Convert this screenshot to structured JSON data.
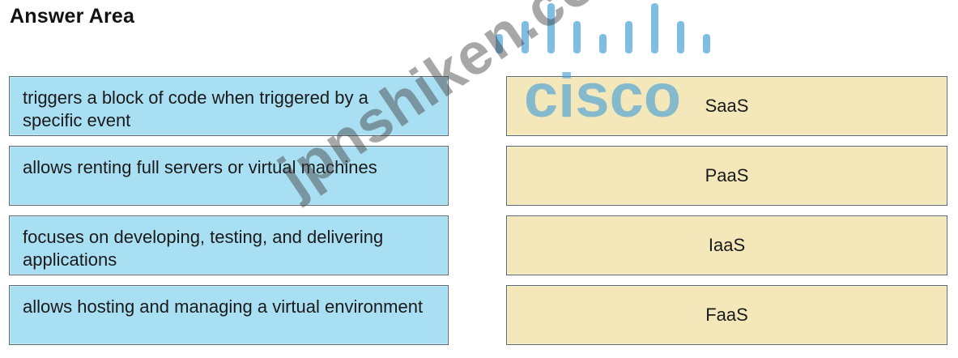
{
  "title": "Answer Area",
  "statements": [
    {
      "text": "triggers a block of code when triggered by a specific event"
    },
    {
      "text": "allows renting full servers or virtual machines"
    },
    {
      "text": "focuses on developing, testing, and delivering applications"
    },
    {
      "text": "allows hosting and managing a virtual environment"
    }
  ],
  "terms": [
    {
      "label": "SaaS"
    },
    {
      "label": "PaaS"
    },
    {
      "label": "IaaS"
    },
    {
      "label": "FaaS"
    }
  ],
  "watermark": {
    "logo_text": "cisco",
    "site_text": "jpnshiken.com",
    "logo_color": "#4aa3d8"
  },
  "colors": {
    "statement_bg": "#a9dff2",
    "term_bg": "#f4e8bb"
  }
}
